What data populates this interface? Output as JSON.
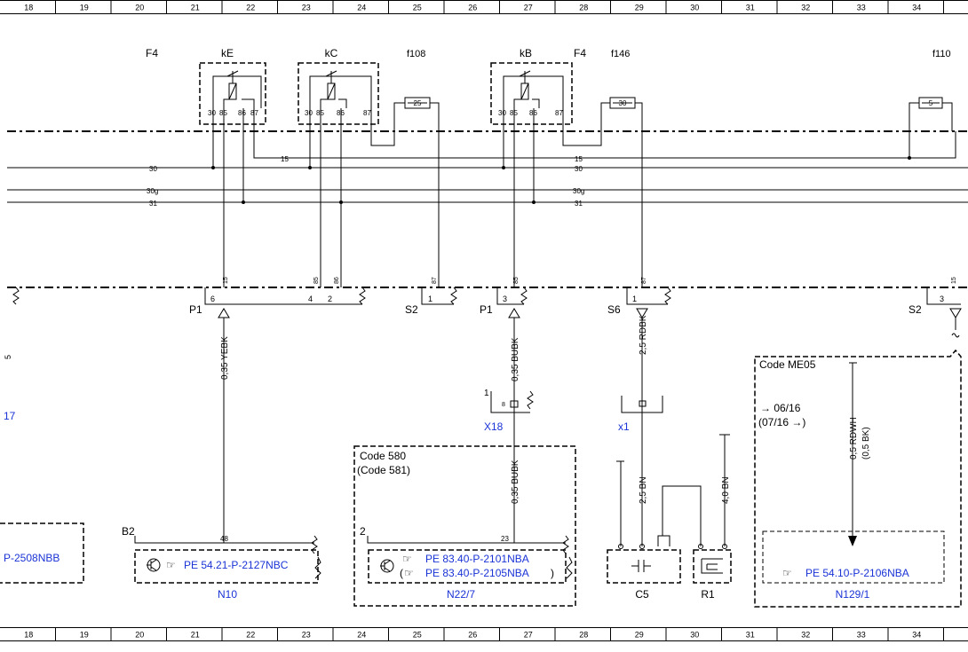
{
  "ruler": {
    "top": [
      "18",
      "19",
      "20",
      "21",
      "22",
      "23",
      "24",
      "25",
      "26",
      "27",
      "28",
      "29",
      "30",
      "31",
      "32",
      "33",
      "34"
    ],
    "bottom": [
      "18",
      "19",
      "20",
      "21",
      "22",
      "23",
      "24",
      "25",
      "26",
      "27",
      "28",
      "29",
      "30",
      "31",
      "32",
      "33",
      "34"
    ]
  },
  "fuse_groups": {
    "f4_left": "F4",
    "f4_right": "F4",
    "f108": "f108",
    "f146": "f146",
    "f110": "f110"
  },
  "relays": {
    "kE": {
      "label": "kE",
      "pins": [
        "30",
        "85",
        "86",
        "87"
      ]
    },
    "kC": {
      "label": "kC",
      "pins": [
        "30",
        "85",
        "86",
        "87"
      ]
    },
    "kB": {
      "label": "kB",
      "pins": [
        "30",
        "85",
        "86",
        "87"
      ]
    }
  },
  "fuses": {
    "f25": "25",
    "f30": "30",
    "f5": "5"
  },
  "rails": {
    "t15a": "15",
    "t15b": "15",
    "t30a": "30",
    "t30b": "30",
    "t30ga": "30g",
    "t30gb": "30g",
    "t31a": "31",
    "t31b": "31"
  },
  "pin_labels": {
    "p15a": "15",
    "p85a": "85",
    "p86a": "86",
    "p87a": "87",
    "p85b": "85",
    "p87b": "87",
    "p15b": "15"
  },
  "connectors": {
    "p1a": "P1",
    "p1a_pin6": "6",
    "p1a_pin4": "4",
    "p1a_pin2": "2",
    "s2a": "S2",
    "s2a_pin1": "1",
    "p1b": "P1",
    "p1b_pin3": "3",
    "s6": "S6",
    "s6_pin1": "1",
    "s2b": "S2",
    "s2b_pin3": "3"
  },
  "wires": {
    "w1": "0,35 YEBK",
    "w2": "0,35 BUBK",
    "w3": "2,5 RDBK",
    "w4": "0,35 BUBK",
    "w5": "2,5 BN",
    "w6": "4,0 BN",
    "w7": "0,5 RDWH",
    "w7b": "(0,5 BK)"
  },
  "x18": {
    "pin": "1",
    "inner": "8",
    "label": "X18"
  },
  "x1": {
    "label": "x1"
  },
  "code580": {
    "line1": "Code 580",
    "line2": "(Code 581)"
  },
  "codeme05": {
    "title": "Code ME05",
    "l1": "→ 06/16",
    "l2": "(07/16  →)"
  },
  "b2": {
    "label": "B2",
    "pin": "48",
    "ref": "PE 54.21-P-2127NBC",
    "name": "N10"
  },
  "n22": {
    "pin_left": "2",
    "pin": "23",
    "ref1": "PE 83.40-P-2101NBA",
    "ref2": "PE 83.40-P-2105NBA",
    "name": "N22/7"
  },
  "c5": {
    "name": "C5"
  },
  "r1": {
    "name": "R1"
  },
  "n129": {
    "ref": "PE 54.10-P-2106NBA",
    "name": "N129/1"
  },
  "left_edge": {
    "ref": "P-2508NBB",
    "cut_text": "17",
    "cut_side": "5"
  },
  "colors": {
    "link": "#1a33d6",
    "ink": "#000000"
  }
}
